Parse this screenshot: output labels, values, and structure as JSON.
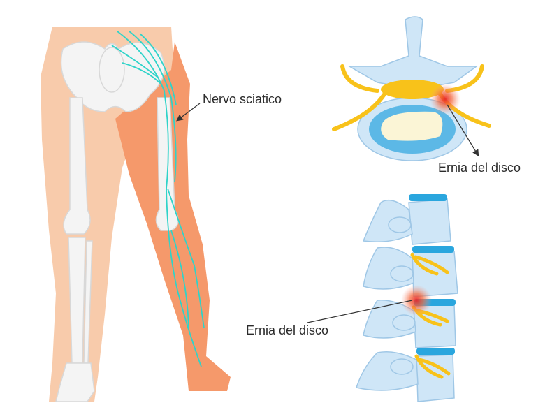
{
  "labels": {
    "sciatic_nerve": "Nervo sciatico",
    "disc_herniation_top": "Ernia del disco",
    "disc_herniation_bottom": "Ernia del disco"
  },
  "colors": {
    "skin_light": "#f8cbab",
    "skin_dark": "#f5996b",
    "bone": "#f4f4f4",
    "nerve": "#2fd3c9",
    "vertebra": "#cfe6f7",
    "disc": "#2aa6de",
    "spinal_nerve": "#f8c21a",
    "inflammation": "#f0433a"
  }
}
